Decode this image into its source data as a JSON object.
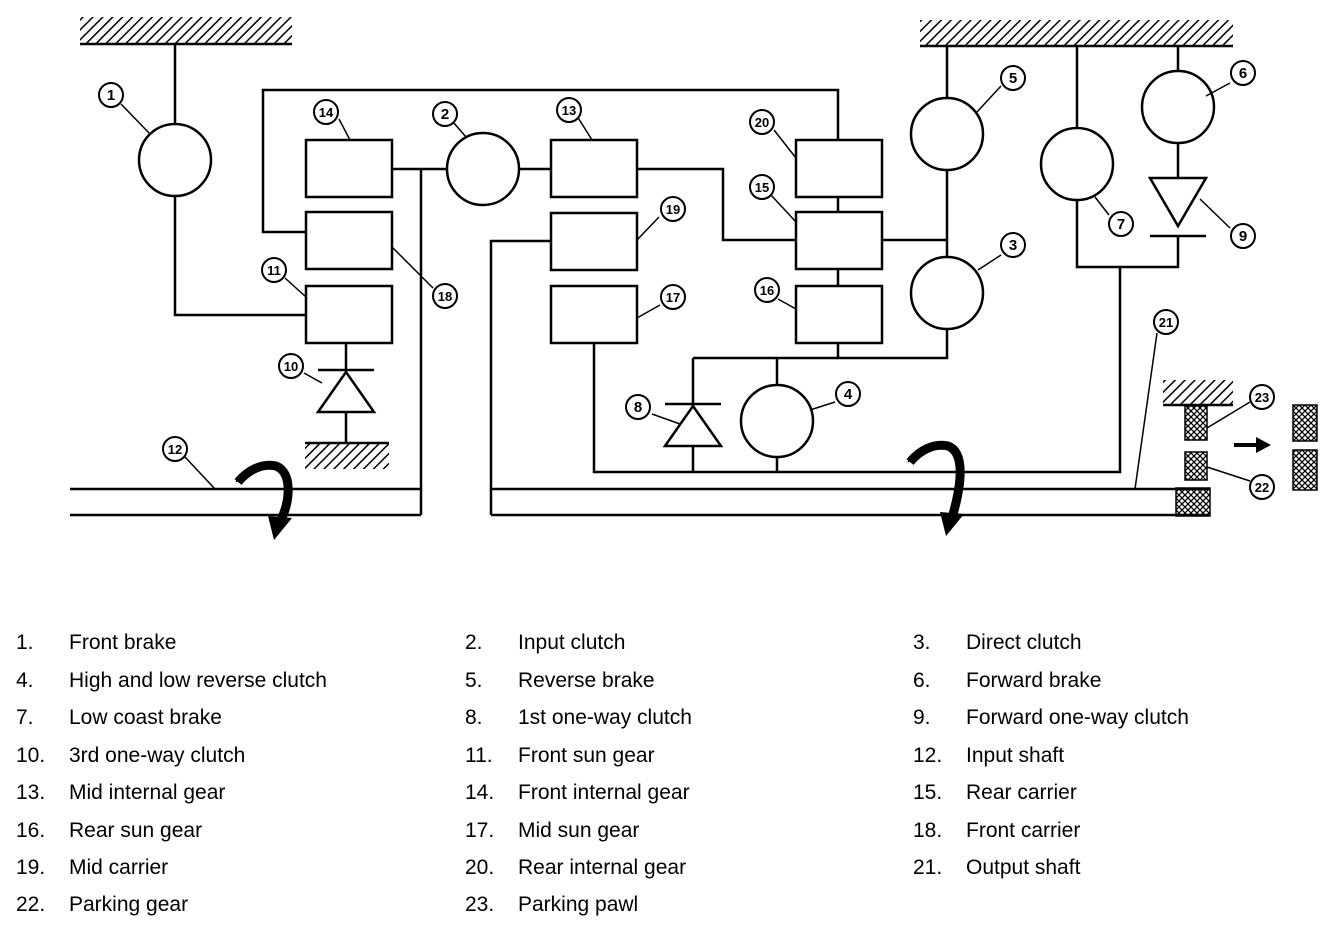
{
  "callouts": [
    "1",
    "2",
    "3",
    "4",
    "5",
    "6",
    "7",
    "8",
    "9",
    "10",
    "11",
    "12",
    "13",
    "14",
    "15",
    "16",
    "17",
    "18",
    "19",
    "20",
    "21",
    "22",
    "23"
  ],
  "legend": [
    {
      "num": "1.",
      "label": "Front brake"
    },
    {
      "num": "2.",
      "label": "Input clutch"
    },
    {
      "num": "3.",
      "label": "Direct clutch"
    },
    {
      "num": "4.",
      "label": "High and low reverse clutch"
    },
    {
      "num": "5.",
      "label": "Reverse brake"
    },
    {
      "num": "6.",
      "label": "Forward brake"
    },
    {
      "num": "7.",
      "label": "Low coast brake"
    },
    {
      "num": "8.",
      "label": "1st one-way clutch"
    },
    {
      "num": "9.",
      "label": "Forward one-way clutch"
    },
    {
      "num": "10.",
      "label": "3rd one-way clutch"
    },
    {
      "num": "11.",
      "label": "Front sun gear"
    },
    {
      "num": "12.",
      "label": "Input shaft"
    },
    {
      "num": "13.",
      "label": "Mid internal gear"
    },
    {
      "num": "14.",
      "label": "Front internal gear"
    },
    {
      "num": "15.",
      "label": "Rear carrier"
    },
    {
      "num": "16.",
      "label": "Rear sun gear"
    },
    {
      "num": "17.",
      "label": "Mid sun gear"
    },
    {
      "num": "18.",
      "label": "Front carrier"
    },
    {
      "num": "19.",
      "label": "Mid carrier"
    },
    {
      "num": "20.",
      "label": "Rear internal gear"
    },
    {
      "num": "21.",
      "label": "Output shaft"
    },
    {
      "num": "22.",
      "label": "Parking gear"
    },
    {
      "num": "23.",
      "label": "Parking pawl"
    }
  ]
}
